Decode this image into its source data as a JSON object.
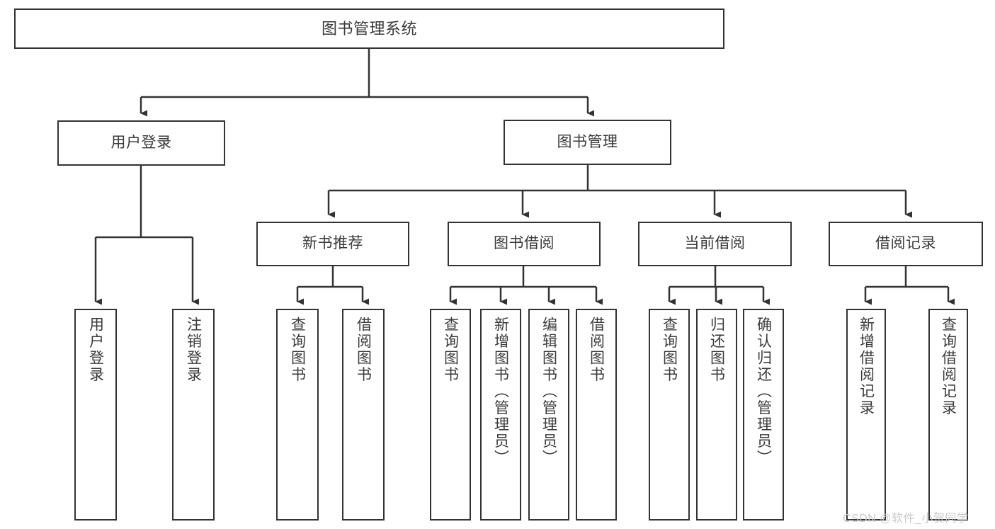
{
  "diagram": {
    "title": "图书管理系统",
    "type": "function-structure-tree",
    "watermark": "CSDN @软件_小贺同学",
    "colors": {
      "background": "#ffffff",
      "border": "#333333",
      "text": "#3a3a3a",
      "connector": "#333333",
      "watermark": "#c9c9c9"
    },
    "levels": {
      "root": {
        "label": "图书管理系统"
      },
      "level1": [
        {
          "label": "用户登录"
        },
        {
          "label": "图书管理"
        }
      ],
      "level2": [
        {
          "label": "新书推荐"
        },
        {
          "label": "图书借阅"
        },
        {
          "label": "当前借阅"
        },
        {
          "label": "借阅记录"
        }
      ],
      "leaves": {
        "user_login": [
          {
            "label": "用户登录"
          },
          {
            "label": "注销登录"
          }
        ],
        "new_book_recommend": [
          {
            "label": "查询图书"
          },
          {
            "label": "借阅图书"
          }
        ],
        "book_borrow": [
          {
            "label": "查询图书"
          },
          {
            "label": "新增图书（管理员）"
          },
          {
            "label": "编辑图书（管理员）"
          },
          {
            "label": "借阅图书"
          }
        ],
        "current_borrow": [
          {
            "label": "查询图书"
          },
          {
            "label": "归还图书"
          },
          {
            "label": "确认归还（管理员）"
          }
        ],
        "borrow_record": [
          {
            "label": "新增借阅记录"
          },
          {
            "label": "查询借阅记录"
          }
        ]
      }
    }
  }
}
